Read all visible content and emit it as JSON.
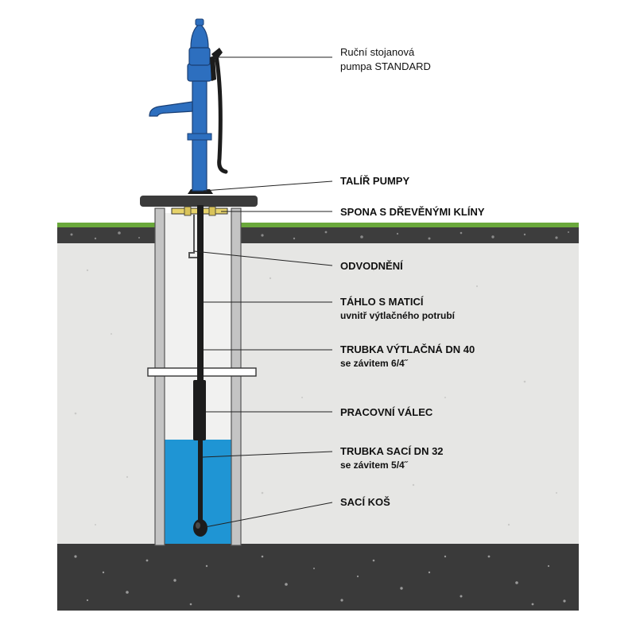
{
  "colors": {
    "background": "#ffffff",
    "soil": "#e6e6e4",
    "ground_dark": "#3c3c3c",
    "grass": "#6aa83b",
    "water": "#1f95d4",
    "pump_body": "#2d6fbf",
    "pipe": "#1c1c1c",
    "well_wall": "#c4c4c4",
    "callout_line": "#222222"
  },
  "labels": {
    "pump_line1": "Ruční stojanová",
    "pump_line2": "pumpa STANDARD",
    "plate": "TALÍŘ PUMPY",
    "clamp": "SPONA S DŘEVĚNÝMI KLÍNY",
    "drain": "ODVODNĚNÍ",
    "rod_line1": "TÁHLO S MATICÍ",
    "rod_line2": "uvnitř výtlačného potrubí",
    "pressure_line1": "TRUBKA VÝTLAČNÁ DN 40",
    "pressure_line2": "se závitem 6/4˝",
    "cylinder": "PRACOVNÍ VÁLEC",
    "suction_line1": "TRUBKA SACÍ DN 32",
    "suction_line2": "se závitem 5/4˝",
    "strainer": "SACÍ KOŠ"
  },
  "icons": {
    "pump": "hand-pump-icon",
    "well": "well-shaft-icon"
  }
}
